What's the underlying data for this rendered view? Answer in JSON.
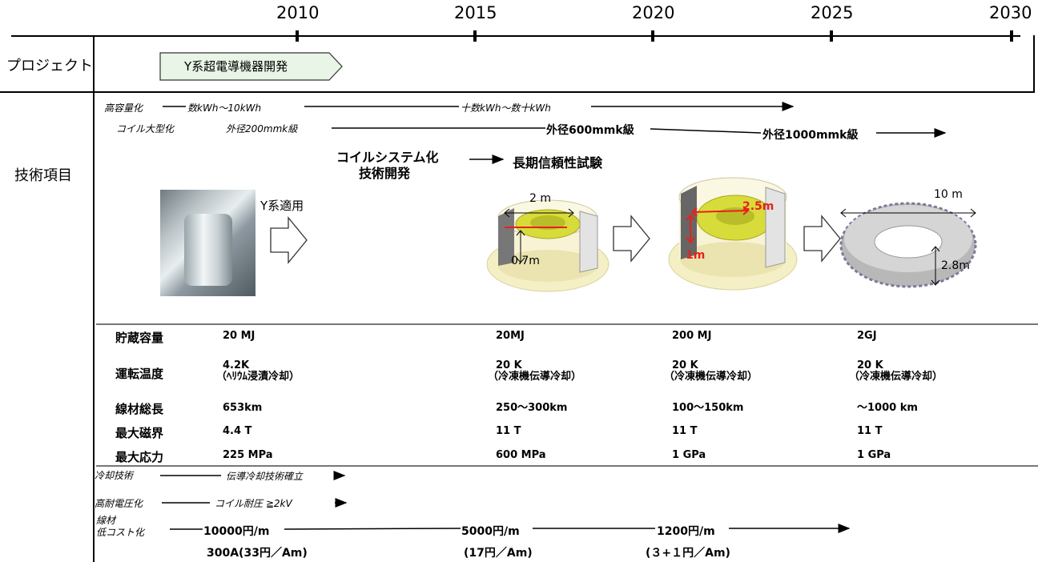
{
  "timeline": {
    "years": [
      "2010",
      "2015",
      "2020",
      "2025",
      "2030"
    ]
  },
  "rows": {
    "project_label": "プロジェクト",
    "tech_label": "技術項目"
  },
  "project": {
    "bar_label": "Y系超電導機器開発"
  },
  "tech": {
    "capacity": {
      "label": "高容量化",
      "start": "数kWh～10kWh",
      "mid": "十数kWh～数十kWh"
    },
    "coil": {
      "label": "コイル大型化",
      "start": "外径200mmk級",
      "mid": "外径600mmk級",
      "end": "外径1000mmk級"
    },
    "system_line1": "コイルシステム化",
    "system_line2": "技術開発",
    "reliability": "長期信頼性試験",
    "y_apply": "Y系適用"
  },
  "dims": {
    "d1_w": "2 m",
    "d1_h": "0.7m",
    "d2_w": "2.5m",
    "d2_h": "1m",
    "d3_w": "10 m",
    "d3_h": "2.8m"
  },
  "specs": {
    "labels": [
      "貯蔵容量",
      "運転温度",
      "線材総長",
      "最大磁界",
      "最大応力"
    ],
    "col1": {
      "storage": "20 MJ",
      "temp1": "4.2K",
      "temp2": "（ﾍﾘｳﾑ浸漬冷却）",
      "length": "653km",
      "field": "4.4 T",
      "stress": "225 MPa"
    },
    "col2": {
      "storage": "20MJ",
      "temp1": "20 K",
      "temp2": "（冷凍機伝導冷却）",
      "length": "250～300km",
      "field": "11 T",
      "stress": "600 MPa"
    },
    "col3": {
      "storage": "200 MJ",
      "temp1": "20 K",
      "temp2": "（冷凍機伝導冷却）",
      "length": "100～150km",
      "field": "11 T",
      "stress": "1 GPa"
    },
    "col4": {
      "storage": "2GJ",
      "temp1": "20 K",
      "temp2": "（冷凍機伝導冷却）",
      "length": "～1000 km",
      "field": "11 T",
      "stress": "1 GPa"
    }
  },
  "bottom": {
    "cooling": {
      "label": "冷却技術",
      "text": "伝導冷却技術確立"
    },
    "voltage": {
      "label": "高耐電圧化",
      "text": "コイル耐圧 ≧2kV"
    },
    "wire_label1": "線材",
    "wire_label2": "低コスト化",
    "cost1": "10000円/m",
    "cost1_sub": "300A(33円／Am)",
    "cost2": "5000円/m",
    "cost2_sub": "(17円／Am)",
    "cost3": "1200円/m",
    "cost3_sub": "(３+１円／Am)"
  },
  "colors": {
    "project_bar_fill": "#e9f5e6",
    "dim_red": "#e8211b",
    "coil_cream": "#f4efc4",
    "coil_yellow": "#d8dc3a"
  }
}
